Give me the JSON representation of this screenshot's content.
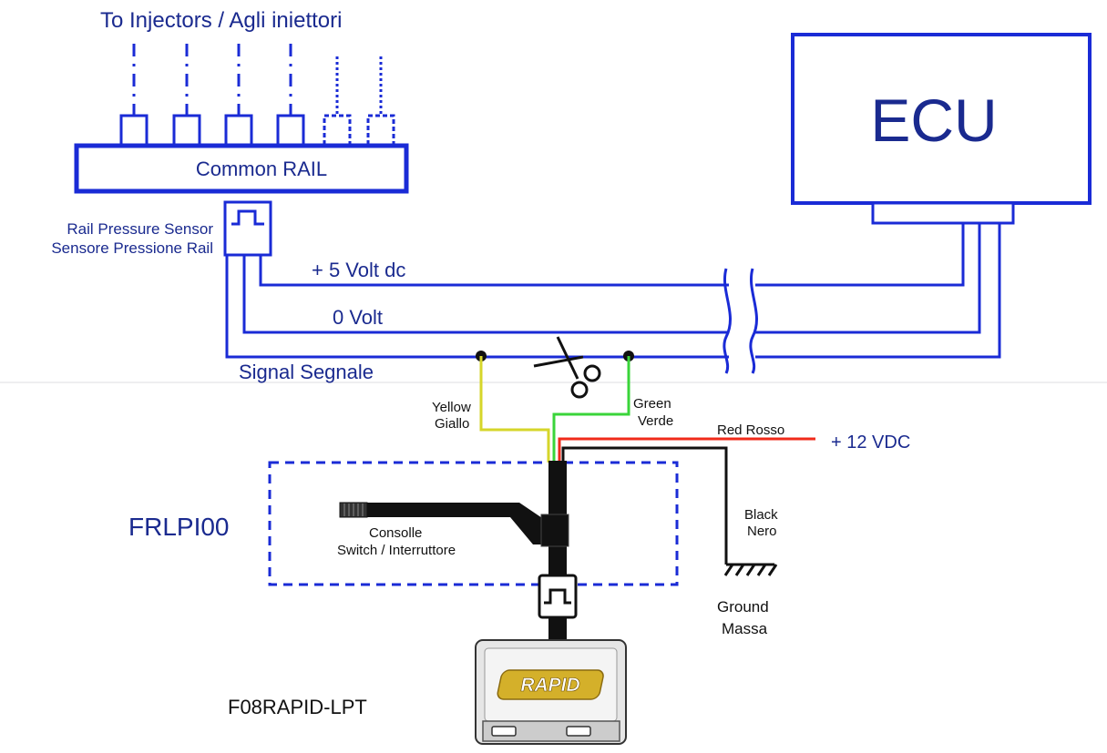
{
  "injectors_title": "To Injectors / Agli iniettori",
  "ecu_label": "ECU",
  "rail_label": "Common RAIL",
  "sensor_label_en": "Rail Pressure Sensor",
  "sensor_label_it": "Sensore Pressione Rail",
  "wire_5v": "+ 5 Volt dc",
  "wire_0v": "0 Volt",
  "wire_signal": "Signal Segnale",
  "yellow_en": "Yellow",
  "yellow_it": "Giallo",
  "green_en": "Green",
  "green_it": "Verde",
  "red_label": "Red Rosso",
  "supply_label": "+ 12 VDC",
  "black_en": "Black",
  "black_it": "Nero",
  "ground_en": "Ground",
  "ground_it": "Massa",
  "harness_code": "FRLPI00",
  "switch_line1": "Consolle",
  "switch_line2": "Switch / Interruttore",
  "module_code": "F08RAPID-LPT",
  "module_logo": "RAPID",
  "colors": {
    "blue": "#1a2bd6",
    "navy": "#1a2a8f",
    "yellow": "#d6d62a",
    "green": "#3ad43a",
    "red": "#f02a1a",
    "black": "#111111"
  }
}
